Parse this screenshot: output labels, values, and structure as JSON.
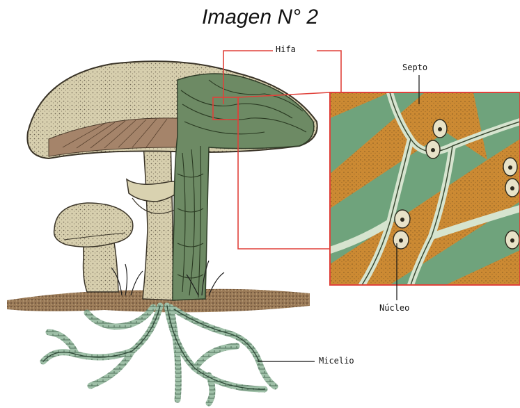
{
  "title": "Imagen N° 2",
  "labels": {
    "hifa": "Hifa",
    "septo": "Septo",
    "nucleo": "Núcleo",
    "micelio": "Micelio"
  },
  "colors": {
    "leader": "#e0413a",
    "soil": "#8a6a4a",
    "cap": "#d9d2b0",
    "gills": "#a5846a",
    "stem": "#c8c2a0",
    "hyphae": "#9fc0a8",
    "cell_bg": "#cf923a",
    "cell_green": "#6fa37c",
    "cell_wall": "#d6e4cf"
  }
}
